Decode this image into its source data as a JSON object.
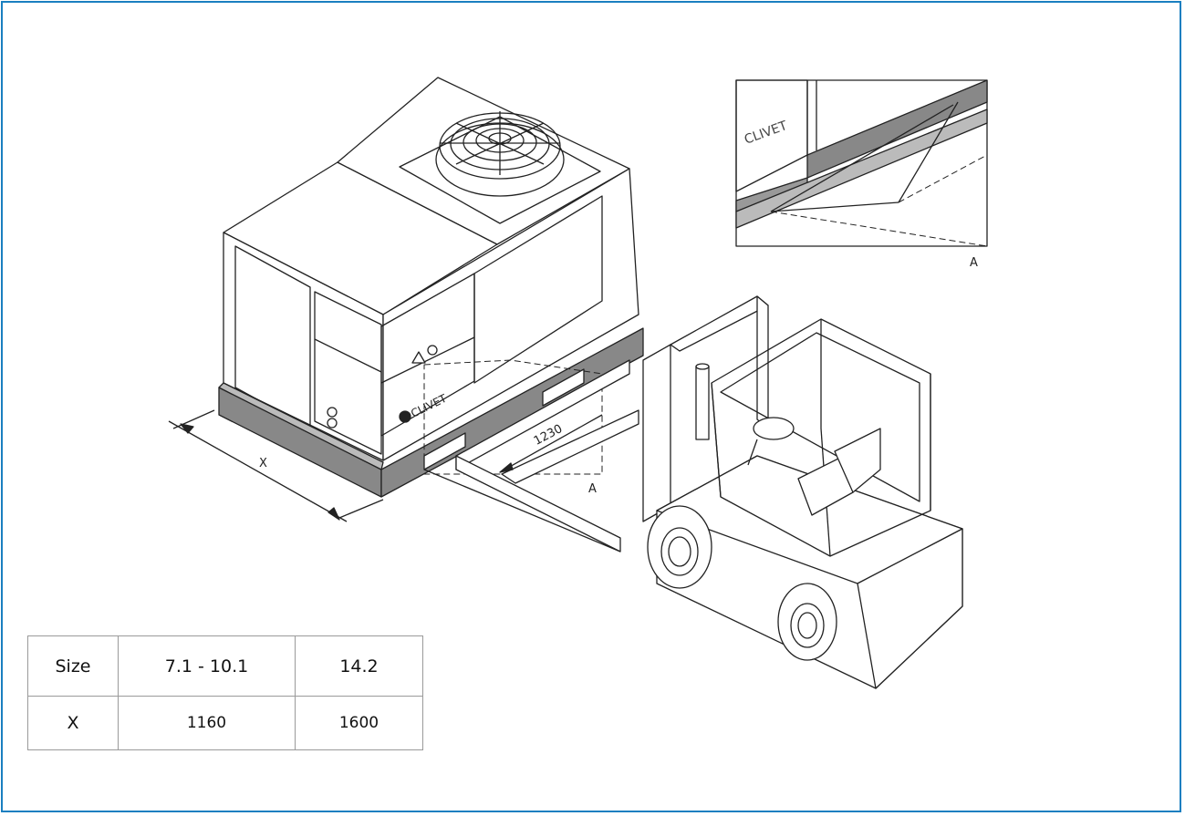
{
  "frame_color": "#1a7fc0",
  "dimension_label": "1230",
  "width_symbol": "X",
  "section_label_main": "A",
  "section_label_detail": "A",
  "brand_logo_text": "CLIVET",
  "size_table": {
    "header_label": "Size",
    "columns": [
      "7.1  -  10.1",
      "14.2"
    ],
    "row_label": "X",
    "values": [
      "1160",
      "1600"
    ]
  }
}
